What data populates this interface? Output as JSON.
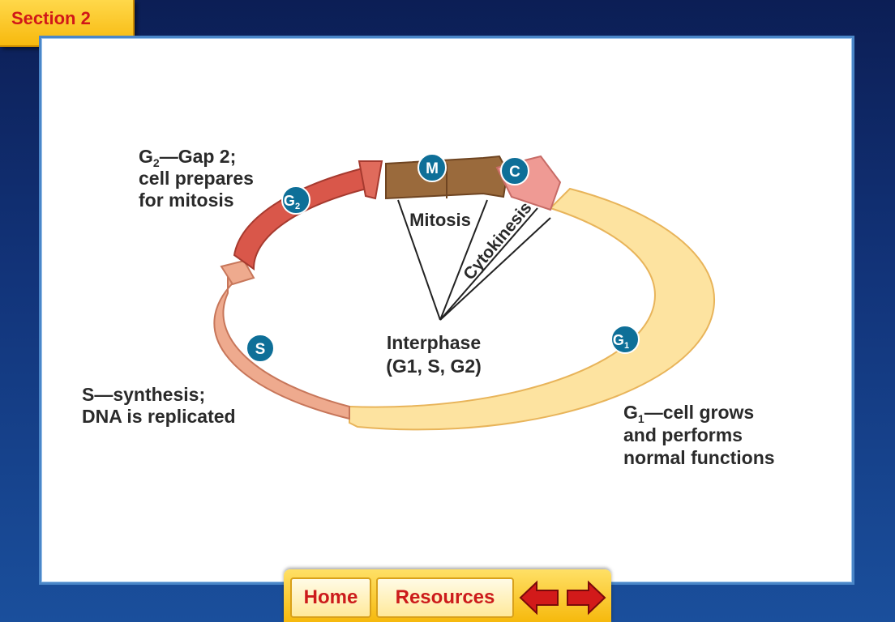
{
  "section_label": "Section 2",
  "nav": {
    "home_label": "Home",
    "resources_label": "Resources",
    "back_icon": "back-arrow-icon",
    "forward_icon": "forward-arrow-icon"
  },
  "diagram": {
    "phases": {
      "M": "M",
      "C": "C",
      "G2": "G",
      "G2_sub": "2",
      "S": "S",
      "G1": "G",
      "G1_sub": "1"
    },
    "labels": {
      "mitosis": "Mitosis",
      "cytokinesis": "Cytokinesis",
      "interphase_title": "Interphase",
      "interphase_detail": "(G1, S, G2)"
    },
    "descriptions": {
      "g2_line1_prefix": "G",
      "g2_line1_sub": "2",
      "g2_line1_rest": "—Gap 2;",
      "g2_line2": "cell prepares",
      "g2_line3": "for mitosis",
      "s_line1": "S—synthesis;",
      "s_line2": "DNA is replicated",
      "g1_line1_prefix": "G",
      "g1_line1_sub": "1",
      "g1_line1_rest": "—cell grows",
      "g1_line2": "and performs",
      "g1_line3": "normal functions"
    },
    "colors": {
      "g1_band": "#fde3a0",
      "g1_edge": "#e8b45a",
      "s_band": "#eeaa8e",
      "s_edge": "#c7765a",
      "g2_band": "#d9574a",
      "g2_edge": "#a63a2f",
      "m_band": "#9a6a3c",
      "m_edge": "#6e4421",
      "c_band": "#ef9a94",
      "marker": "#0e6f98",
      "text": "#2a2a2a"
    }
  }
}
